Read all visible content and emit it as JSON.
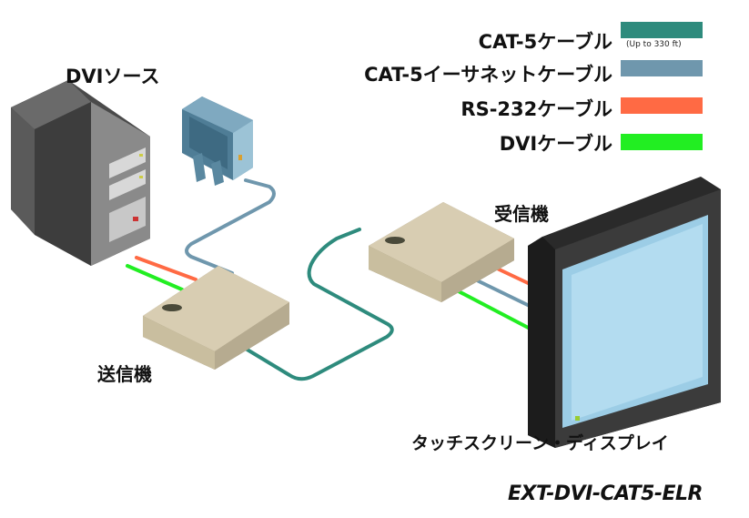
{
  "legend": {
    "items": [
      {
        "label": "CAT-5ケーブル",
        "color": "#2e8b7d",
        "note": "(Up to 330 ft)"
      },
      {
        "label": "CAT-5イーサネットケーブル",
        "color": "#6f97ad",
        "note": ""
      },
      {
        "label": "RS-232ケーブル",
        "color": "#ff6a44",
        "note": ""
      },
      {
        "label": "DVIケーブル",
        "color": "#22ee22",
        "note": ""
      }
    ]
  },
  "devices": {
    "source": "DVIソース",
    "transmitter": "送信機",
    "receiver": "受信機",
    "display": "タッチスクリーン・ディスプレイ"
  },
  "model_number": "EXT-DVI-CAT5-ELR",
  "colors": {
    "cat5": "#2e8b7d",
    "ethernet": "#6f97ad",
    "rs232": "#ff6a44",
    "dvi": "#22ee22",
    "box_top": "#d8cdb2",
    "box_side": "#b6ab90"
  }
}
